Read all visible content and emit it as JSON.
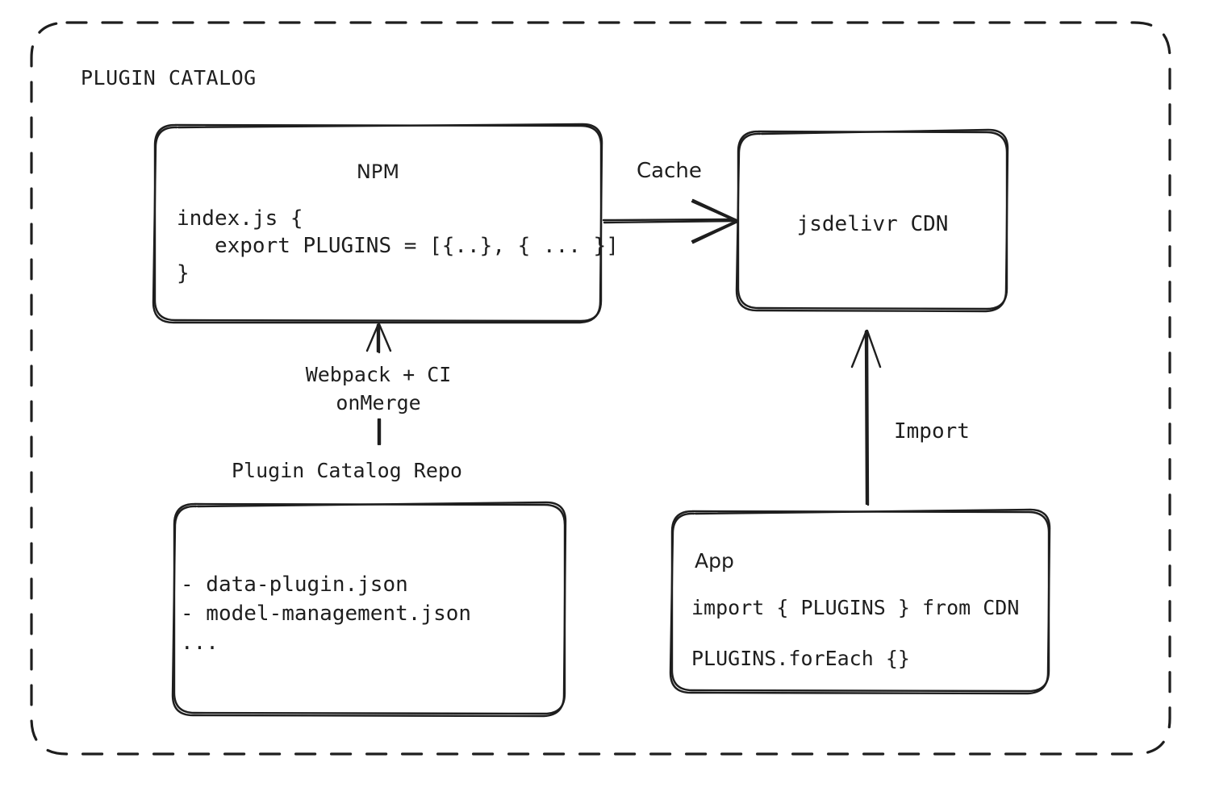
{
  "diagram": {
    "type": "architecture-flow",
    "background": "#ffffff",
    "stroke_color": "#1e1e1e",
    "group": {
      "label": "PLUGIN CATALOG",
      "border_style": "dashed"
    },
    "nodes": {
      "npm": {
        "title": "NPM",
        "code": "index.js {\n   export PLUGINS = [{..}, { ... }]\n}"
      },
      "cdn": {
        "title": "jsdelivr CDN"
      },
      "repo": {
        "title": "Plugin Catalog Repo",
        "files": "- data-plugin.json\n- model-management.json\n..."
      },
      "app": {
        "title": "App",
        "code_line_1": "import { PLUGINS } from CDN",
        "code_line_2": "PLUGINS.forEach {}"
      }
    },
    "edges": {
      "cache": {
        "label": "Cache",
        "from": "npm",
        "to": "cdn",
        "direction": "right"
      },
      "build": {
        "label": "Webpack + CI\nonMerge",
        "from": "repo",
        "to": "npm",
        "direction": "up"
      },
      "import": {
        "label": "Import",
        "from": "app",
        "to": "cdn",
        "direction": "up"
      }
    }
  }
}
